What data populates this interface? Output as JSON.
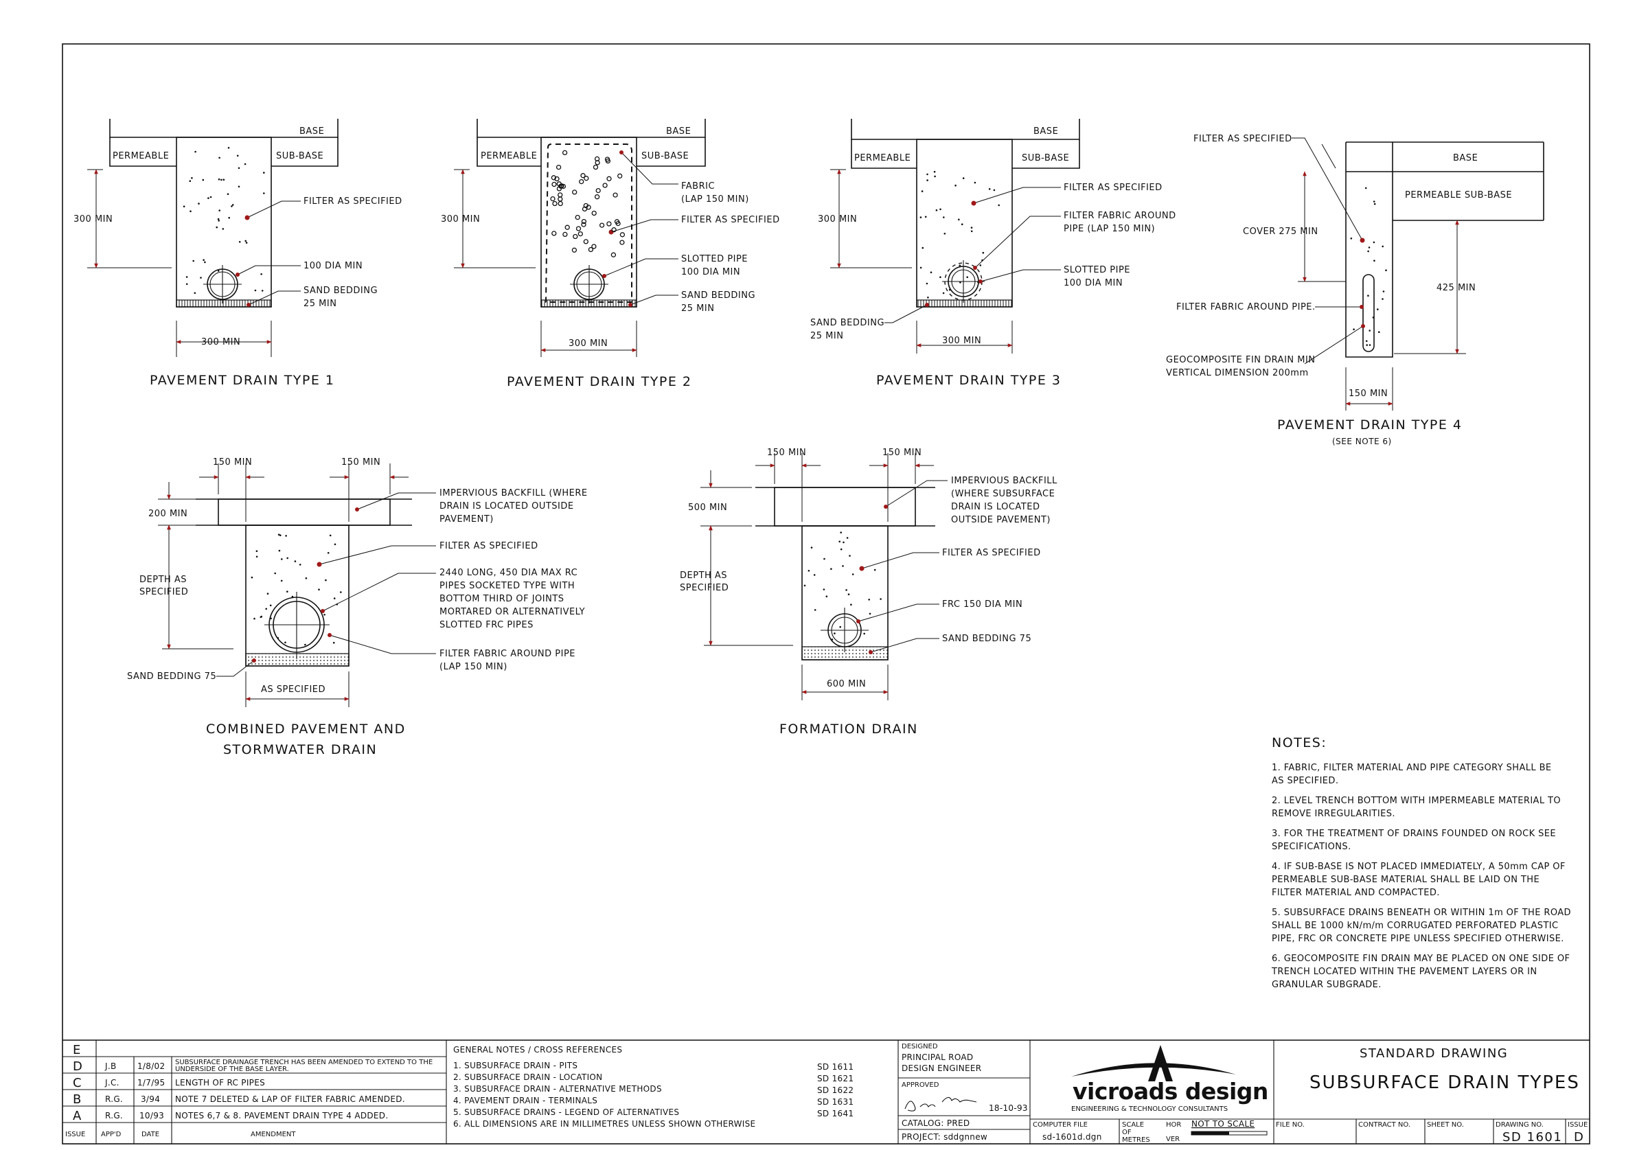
{
  "drawings": {
    "type1": {
      "title": "PAVEMENT DRAIN TYPE 1",
      "base": "BASE",
      "permeable": "PERMEABLE",
      "subbase": "SUB-BASE",
      "depth": "300 MIN",
      "width": "300 MIN",
      "filter": "FILTER AS SPECIFIED",
      "pipe": "100 DIA MIN",
      "sand1": "SAND BEDDING",
      "sand2": "25 MIN"
    },
    "type2": {
      "title": "PAVEMENT DRAIN TYPE 2",
      "base": "BASE",
      "permeable": "PERMEABLE",
      "subbase": "SUB-BASE",
      "depth": "300 MIN",
      "width": "300 MIN",
      "fabric1": "FABRIC",
      "fabric2": "(LAP 150 MIN)",
      "filter": "FILTER AS SPECIFIED",
      "pipe1": "SLOTTED PIPE",
      "pipe2": "100 DIA MIN",
      "sand1": "SAND BEDDING",
      "sand2": "25 MIN"
    },
    "type3": {
      "title": "PAVEMENT DRAIN TYPE 3",
      "base": "BASE",
      "permeable": "PERMEABLE",
      "subbase": "SUB-BASE",
      "depth": "300 MIN",
      "width": "300 MIN",
      "filter": "FILTER AS SPECIFIED",
      "fabric1": "FILTER FABRIC AROUND",
      "fabric2": "PIPE (LAP 150 MIN)",
      "pipe1": "SLOTTED PIPE",
      "pipe2": "100 DIA MIN",
      "sand1": "SAND BEDDING",
      "sand2": "25 MIN"
    },
    "type4": {
      "title": "PAVEMENT DRAIN TYPE 4",
      "subtitle": "(SEE NOTE 6)",
      "filter": "FILTER AS SPECIFIED",
      "base": "BASE",
      "subbase": "PERMEABLE SUB-BASE",
      "cover": "COVER 275 MIN",
      "depth": "425 MIN",
      "fabric": "FILTER FABRIC AROUND PIPE.",
      "geo1": "GEOCOMPOSITE FIN DRAIN MIN",
      "geo2": "VERTICAL DIMENSION 200mm",
      "width": "150 MIN"
    },
    "combined": {
      "title1": "COMBINED PAVEMENT AND",
      "title2": "STORMWATER DRAIN",
      "w1": "150  MIN",
      "w2": "150 MIN",
      "top": "200 MIN",
      "depth1": "DEPTH AS",
      "depth2": "SPECIFIED",
      "backfill1": "IMPERVIOUS BACKFILL (WHERE",
      "backfill2": "DRAIN IS LOCATED OUTSIDE",
      "backfill3": "PAVEMENT)",
      "filter": "FILTER AS SPECIFIED",
      "pipe1": "2440 LONG, 450 DIA MAX RC",
      "pipe2": "PIPES SOCKETED TYPE WITH",
      "pipe3": "BOTTOM THIRD OF JOINTS",
      "pipe4": "MORTARED OR ALTERNATIVELY",
      "pipe5": "SLOTTED FRC PIPES",
      "fabric1": "FILTER FABRIC AROUND PIPE",
      "fabric2": "(LAP 150 MIN)",
      "sand": "SAND BEDDING 75",
      "width": "AS SPECIFIED"
    },
    "formation": {
      "title": "FORMATION DRAIN",
      "w1": "150 MIN",
      "w2": "150 MIN",
      "top": "500 MIN",
      "depth1": "DEPTH AS",
      "depth2": "SPECIFIED",
      "backfill1": "IMPERVIOUS BACKFILL",
      "backfill2": "(WHERE SUBSURFACE",
      "backfill3": "DRAIN IS LOCATED",
      "backfill4": "OUTSIDE PAVEMENT)",
      "filter": "FILTER AS SPECIFIED",
      "pipe": "FRC 150 DIA  MIN",
      "sand": "SAND BEDDING 75",
      "width": "600 MIN"
    }
  },
  "notes": {
    "heading": "NOTES:",
    "items": [
      [
        "1. FABRIC, FILTER MATERIAL AND PIPE CATEGORY  SHALL  BE",
        "   AS  SPECIFIED."
      ],
      [
        "2. LEVEL  TRENCH  BOTTOM  WITH  IMPERMEABLE  MATERIAL  TO",
        "   REMOVE  IRREGULARITIES."
      ],
      [
        "3. FOR  THE  TREATMENT  OF  DRAINS  FOUNDED  ON  ROCK  SEE",
        "   SPECIFICATIONS."
      ],
      [
        "4. IF  SUB-BASE  IS  NOT  PLACED  IMMEDIATELY, A  50mm  CAP  OF",
        "   PERMEABLE  SUB-BASE  MATERIAL  SHALL  BE  LAID  ON  THE",
        "   FILTER  MATERIAL  AND  COMPACTED."
      ],
      [
        "5. SUBSURFACE  DRAINS  BENEATH  OR  WITHIN  1m  OF  THE  ROAD",
        "   SHALL  BE  1000  kN/m/m  CORRUGATED  PERFORATED  PLASTIC",
        "   PIPE, FRC  OR  CONCRETE  PIPE  UNLESS  SPECIFIED  OTHERWISE."
      ],
      [
        "6. GEOCOMPOSITE  FIN  DRAIN  MAY  BE  PLACED  ON  ONE  SIDE  OF",
        "   TRENCH  LOCATED  WITHIN  THE  PAVEMENT  LAYERS  OR  IN",
        "   GRANULAR  SUBGRADE."
      ]
    ]
  },
  "titleblock": {
    "rev_e": "E",
    "revisions": [
      {
        "issue": "D",
        "appd": "J.B",
        "date": "1/8/02",
        "amend1": "SUBSURFACE DRAINAGE TRENCH HAS BEEN AMENDED TO EXTEND TO THE",
        "amend2": "UNDERSIDE OF THE BASE LAYER."
      },
      {
        "issue": "C",
        "appd": "J.C.",
        "date": "1/7/95",
        "amend1": "LENGTH OF RC PIPES",
        "amend2": ""
      },
      {
        "issue": "B",
        "appd": "R.G.",
        "date": "3/94",
        "amend1": "NOTE 7 DELETED & LAP OF FILTER FABRIC AMENDED.",
        "amend2": ""
      },
      {
        "issue": "A",
        "appd": "R.G.",
        "date": "10/93",
        "amend1": "NOTES 6,7 & 8. PAVEMENT DRAIN TYPE 4 ADDED.",
        "amend2": ""
      }
    ],
    "hdr_issue": "ISSUE",
    "hdr_appd": "APP'D",
    "hdr_date": "DATE",
    "hdr_amend": "AMENDMENT",
    "general_title": "GENERAL NOTES / CROSS REFERENCES",
    "general": [
      {
        "text": "1. SUBSURFACE  DRAIN  -  PITS",
        "ref": "SD  1611"
      },
      {
        "text": "2. SUBSURFACE  DRAIN  -  LOCATION",
        "ref": "SD  1621"
      },
      {
        "text": "3. SUBSURFACE  DRAIN  -  ALTERNATIVE  METHODS",
        "ref": "SD  1622"
      },
      {
        "text": "4. PAVEMENT  DRAIN  -  TERMINALS",
        "ref": "SD  1631"
      },
      {
        "text": "5. SUBSURFACE  DRAINS  -  LEGEND  OF  ALTERNATIVES",
        "ref": "SD  1641"
      },
      {
        "text": "6. ALL  DIMENSIONS  ARE  IN  MILLIMETRES  UNLESS  SHOWN  OTHERWISE",
        "ref": ""
      }
    ],
    "designed": "DESIGNED",
    "designer1": "PRINCIPAL ROAD",
    "designer2": "DESIGN ENGINEER",
    "approved": "APPROVED",
    "approved_date": "18-10-93",
    "catalog": "CATALOG: PRED",
    "project": "PROJECT: sddgnnew",
    "logo": "vicroads design",
    "logo_sub": "ENGINEERING  &  TECHNOLOGY  CONSULTANTS",
    "computer_file": "COMPUTER FILE",
    "file_name": "sd-1601d.dgn",
    "scale": "SCALE",
    "scale_of": "OF",
    "scale_metres": "METRES",
    "hor": "HOR",
    "ver": "VER",
    "not_to_scale": "NOT TO SCALE",
    "file_no": "FILE NO.",
    "contract_no": "CONTRACT NO.",
    "sheet_no": "SHEET NO.",
    "drawing_no": "DRAWING NO.",
    "drawing_val": "SD  1601",
    "issue": "ISSUE",
    "issue_val": "D",
    "standard": "STANDARD DRAWING",
    "title": "SUBSURFACE  DRAIN  TYPES"
  }
}
